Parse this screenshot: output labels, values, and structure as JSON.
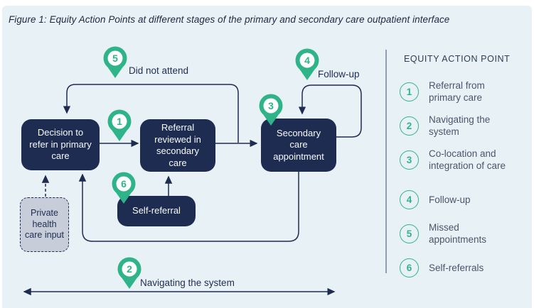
{
  "figure_title": "Figure 1: Equity Action Points at different stages of the primary and secondary care outpatient interface",
  "colors": {
    "background": "#e8f1f5",
    "navy": "#1f2c52",
    "green": "#2eb488",
    "private_box_fill": "#c7cdd9",
    "legend_text": "#49566b"
  },
  "flowchart": {
    "boxes": {
      "decision": {
        "label": "Decision to refer in primary care"
      },
      "referral_review": {
        "label": "Referral reviewed in secondary care"
      },
      "secondary_appointment": {
        "label": "Secondary care appointment"
      },
      "self_referral": {
        "label": "Self-referral"
      },
      "private_input": {
        "label": "Private health care input"
      }
    },
    "edge_labels": {
      "did_not_attend": "Did not attend",
      "follow_up": "Follow-up",
      "navigating_the_system": "Navigating the system"
    },
    "pins": {
      "p1": "1",
      "p2": "2",
      "p3": "3",
      "p4": "4",
      "p5": "5",
      "p6": "6"
    }
  },
  "legend": {
    "title": "EQUITY ACTION POINT",
    "items": [
      {
        "number": "1",
        "label": "Referral from primary care"
      },
      {
        "number": "2",
        "label": "Navigating the system"
      },
      {
        "number": "3",
        "label": "Co-location and integration of care"
      },
      {
        "number": "4",
        "label": "Follow-up"
      },
      {
        "number": "5",
        "label": "Missed appointments"
      },
      {
        "number": "6",
        "label": "Self-referrals"
      }
    ]
  }
}
